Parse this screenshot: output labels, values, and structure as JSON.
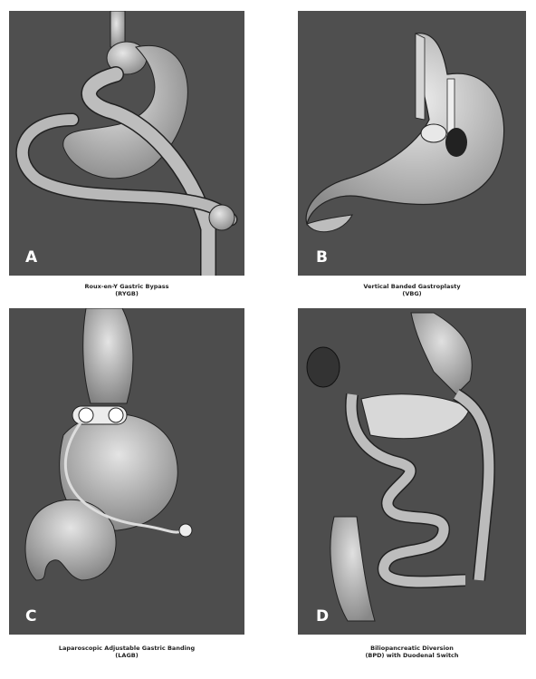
{
  "panels": [
    {
      "letter": "A",
      "caption_line1": "Roux-en-Y Gastric Bypass",
      "caption_line2": "(RYGB)"
    },
    {
      "letter": "B",
      "caption_line1": "Vertical Banded Gastroplasty",
      "caption_line2": "(VBG)"
    },
    {
      "letter": "C",
      "caption_line1": "Laparoscopic Adjustable Gastric Banding",
      "caption_line2": "(LAGB)"
    },
    {
      "letter": "D",
      "caption_line1": "Biliopancreatic Diversion",
      "caption_line2": "(BPD) with Duodenal Switch"
    }
  ],
  "colors": {
    "panel_bg": "#4a4a4a",
    "organ": "#c4c4c4",
    "organ_outline": "#2a2a2a"
  }
}
